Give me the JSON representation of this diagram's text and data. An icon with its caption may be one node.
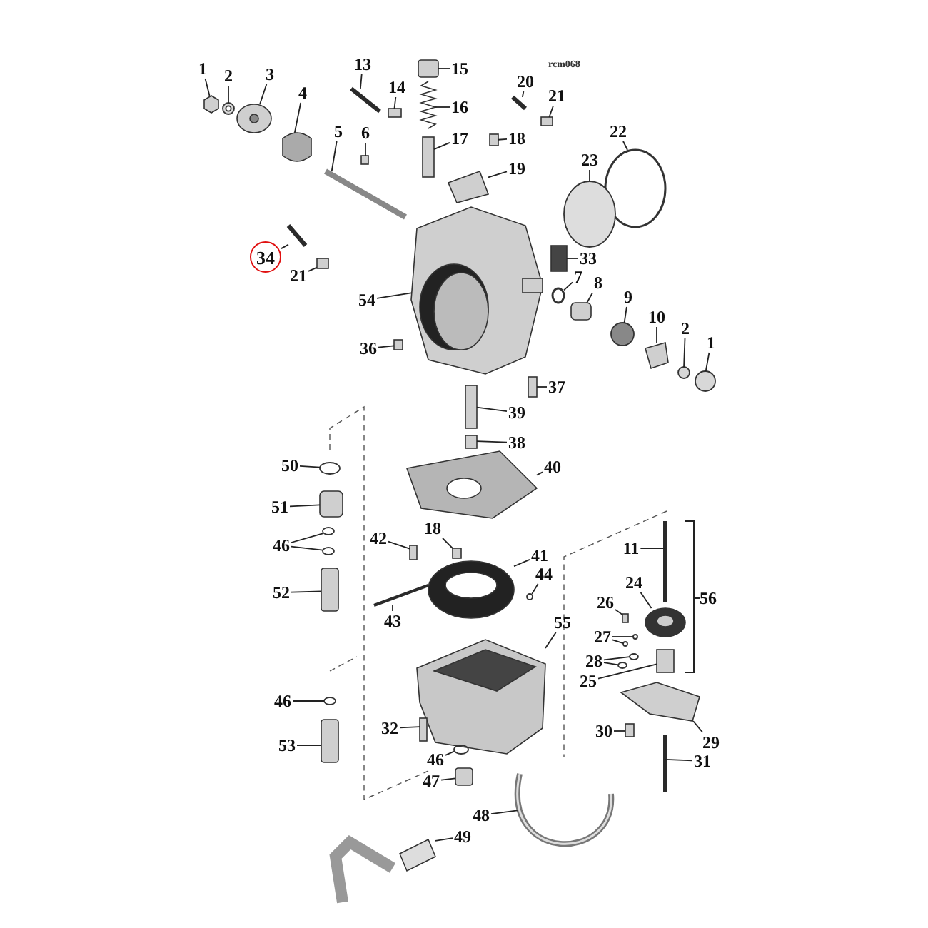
{
  "diagram": {
    "nodes": [
      {
        "text": [
          "1"
        ]
      },
      {
        "text": [
          "2"
        ]
      },
      {
        "text": [
          "3"
        ]
      },
      {
        "text": [
          "13"
        ]
      },
      {
        "text": [
          "15"
        ]
      },
      {
        "text": [
          "20"
        ]
      },
      {
        "text": [
          "4"
        ]
      },
      {
        "text": [
          "14"
        ]
      },
      {
        "text": [
          "21"
        ]
      },
      {
        "text": [
          "16"
        ]
      },
      {
        "text": [
          "22"
        ]
      },
      {
        "text": [
          "5"
        ]
      },
      {
        "text": [
          "6"
        ]
      },
      {
        "text": [
          "17"
        ]
      },
      {
        "text": [
          "18"
        ]
      },
      {
        "text": [
          "23"
        ]
      },
      {
        "text": [
          "19"
        ]
      },
      {
        "text": [
          "34"
        ]
      },
      {
        "text": [
          "33"
        ]
      },
      {
        "text": [
          "21"
        ]
      },
      {
        "text": [
          "7"
        ]
      },
      {
        "text": [
          "8"
        ]
      },
      {
        "text": [
          "9"
        ]
      },
      {
        "text": [
          "54"
        ]
      },
      {
        "text": [
          "10"
        ]
      },
      {
        "text": [
          "2"
        ]
      },
      {
        "text": [
          "1"
        ]
      },
      {
        "text": [
          "36"
        ]
      },
      {
        "text": [
          "37"
        ]
      },
      {
        "text": [
          "39"
        ]
      },
      {
        "text": [
          "38"
        ]
      },
      {
        "text": [
          "50"
        ]
      },
      {
        "text": [
          "40"
        ]
      },
      {
        "text": [
          "51"
        ]
      },
      {
        "text": [
          "18"
        ]
      },
      {
        "text": [
          "42"
        ]
      },
      {
        "text": [
          "46"
        ]
      },
      {
        "text": [
          "11"
        ]
      },
      {
        "text": [
          "41"
        ]
      },
      {
        "text": [
          "44"
        ]
      },
      {
        "text": [
          "24"
        ]
      },
      {
        "text": [
          "52"
        ]
      },
      {
        "text": [
          "56"
        ]
      },
      {
        "text": [
          "26"
        ]
      },
      {
        "text": [
          "43"
        ]
      },
      {
        "text": [
          "55"
        ]
      },
      {
        "text": [
          "27"
        ]
      },
      {
        "text": [
          "28"
        ]
      },
      {
        "text": [
          "25"
        ]
      },
      {
        "text": [
          "46"
        ]
      },
      {
        "text": [
          "30"
        ]
      },
      {
        "text": [
          "32"
        ]
      },
      {
        "text": [
          "29"
        ]
      },
      {
        "text": [
          "53"
        ]
      },
      {
        "text": [
          "46"
        ]
      },
      {
        "text": [
          "31"
        ]
      },
      {
        "text": [
          "47"
        ]
      },
      {
        "text": [
          "48"
        ]
      },
      {
        "text": [
          "49"
        ]
      },
      {
        "text": [],
        "shape": "box"
      },
      {
        "text": [],
        "shape": "circle"
      },
      {
        "text": [],
        "shape": "picture"
      },
      {
        "text": [],
        "shape": "bar"
      },
      {
        "text": [],
        "shape": "box"
      },
      {
        "text": [],
        "shape": "bar"
      },
      {
        "text": [],
        "shape": "cylinder"
      },
      {
        "text": [],
        "shape": "box"
      },
      {
        "text": [],
        "shape": "box"
      },
      {
        "text": [],
        "shape": "picture"
      },
      {
        "text": [],
        "shape": "circle"
      },
      {
        "text": [],
        "shape": "bar"
      },
      {
        "text": [],
        "shape": "box"
      },
      {
        "text": [],
        "shape": "box"
      },
      {
        "text": [],
        "shape": "box"
      },
      {
        "text": [],
        "shape": "circle"
      },
      {
        "text": [],
        "shape": "box"
      },
      {
        "text": [],
        "shape": "bar"
      },
      {
        "text": [],
        "shape": "box"
      },
      {
        "text": [],
        "shape": "box"
      },
      {
        "text": [],
        "shape": "circle"
      },
      {
        "text": [],
        "shape": "box"
      },
      {
        "text": [],
        "shape": "circle"
      },
      {
        "text": [],
        "shape": "picture"
      },
      {
        "text": [],
        "shape": "box"
      },
      {
        "text": [],
        "shape": "circle"
      },
      {
        "text": [],
        "shape": "circle"
      },
      {
        "text": [],
        "shape": "box"
      },
      {
        "text": [],
        "shape": "box"
      },
      {
        "text": [],
        "shape": "box"
      },
      {
        "text": [],
        "shape": "box"
      },
      {
        "text": [],
        "shape": "circle"
      },
      {
        "text": [],
        "shape": "picture"
      },
      {
        "text": [],
        "shape": "box"
      },
      {
        "text": [],
        "shape": "box"
      },
      {
        "text": [],
        "shape": "box"
      },
      {
        "text": [],
        "shape": "circle"
      },
      {
        "text": [],
        "shape": "circle"
      },
      {
        "text": [],
        "shape": "bar"
      },
      {
        "text": [],
        "shape": "picture"
      },
      {
        "text": [],
        "shape": "circle"
      },
      {
        "text": [],
        "shape": "picture"
      },
      {
        "text": [],
        "shape": "box"
      },
      {
        "text": [],
        "shape": "box"
      },
      {
        "text": [],
        "shape": "bar"
      },
      {
        "text": [],
        "shape": "picture"
      },
      {
        "text": [],
        "shape": "circle"
      },
      {
        "text": [],
        "shape": "circle"
      },
      {
        "text": [],
        "shape": "circle"
      },
      {
        "text": [],
        "shape": "circle"
      },
      {
        "text": [],
        "shape": "box"
      },
      {
        "text": [],
        "shape": "circle"
      },
      {
        "text": [],
        "shape": "box"
      },
      {
        "text": [],
        "shape": "box"
      },
      {
        "text": [],
        "shape": "box"
      },
      {
        "text": [],
        "shape": "box"
      },
      {
        "text": [],
        "shape": "circle"
      },
      {
        "text": [],
        "shape": "bar"
      },
      {
        "text": [],
        "shape": "box"
      },
      {
        "text": [],
        "shape": "picture"
      },
      {
        "text": [],
        "shape": "picture"
      }
    ],
    "edges": [
      {
        "from": 0,
        "to": 59,
        "arrow": "none"
      },
      {
        "from": 1,
        "to": 60,
        "arrow": "none"
      },
      {
        "from": 2,
        "to": 61,
        "arrow": "none"
      },
      {
        "from": 3,
        "to": 62,
        "arrow": "none"
      },
      {
        "from": 4,
        "to": 63,
        "arrow": "none"
      },
      {
        "from": 5,
        "to": 64,
        "arrow": "none"
      },
      {
        "from": 6,
        "to": 65,
        "arrow": "none"
      },
      {
        "from": 7,
        "to": 66,
        "arrow": "none"
      },
      {
        "from": 8,
        "to": 67,
        "arrow": "none"
      },
      {
        "from": 9,
        "to": 68,
        "arrow": "none"
      },
      {
        "from": 10,
        "to": 69,
        "arrow": "none"
      },
      {
        "from": 11,
        "to": 70,
        "arrow": "none"
      },
      {
        "from": 12,
        "to": 71,
        "arrow": "none"
      },
      {
        "from": 13,
        "to": 72,
        "arrow": "none"
      },
      {
        "from": 14,
        "to": 73,
        "arrow": "none"
      },
      {
        "from": 15,
        "to": 74,
        "arrow": "none"
      },
      {
        "from": 16,
        "to": 75,
        "arrow": "none"
      },
      {
        "from": 17,
        "to": 76,
        "arrow": "none"
      },
      {
        "from": 18,
        "to": 77,
        "arrow": "none"
      },
      {
        "from": 19,
        "to": 78,
        "arrow": "none"
      },
      {
        "from": 20,
        "to": 79,
        "arrow": "none"
      },
      {
        "from": 21,
        "to": 80,
        "arrow": "none"
      },
      {
        "from": 22,
        "to": 81,
        "arrow": "none"
      },
      {
        "from": 23,
        "to": 82,
        "arrow": "none"
      },
      {
        "from": 24,
        "to": 83,
        "arrow": "none"
      },
      {
        "from": 25,
        "to": 84,
        "arrow": "none"
      },
      {
        "from": 26,
        "to": 85,
        "arrow": "none"
      },
      {
        "from": 27,
        "to": 86,
        "arrow": "none"
      },
      {
        "from": 28,
        "to": 87,
        "arrow": "none"
      },
      {
        "from": 29,
        "to": 88,
        "arrow": "none"
      },
      {
        "from": 30,
        "to": 89,
        "arrow": "none"
      },
      {
        "from": 31,
        "to": 90,
        "arrow": "none"
      },
      {
        "from": 32,
        "to": 91,
        "arrow": "none"
      },
      {
        "from": 33,
        "to": 92,
        "arrow": "none"
      },
      {
        "from": 34,
        "to": 93,
        "arrow": "none"
      },
      {
        "from": 35,
        "to": 94,
        "arrow": "none"
      },
      {
        "from": 36,
        "to": 95,
        "arrow": "none"
      },
      {
        "from": 36,
        "to": 96,
        "arrow": "none"
      },
      {
        "from": 37,
        "to": 97,
        "arrow": "none"
      },
      {
        "from": 38,
        "to": 98,
        "arrow": "none"
      },
      {
        "from": 39,
        "to": 99,
        "arrow": "none"
      },
      {
        "from": 40,
        "to": 100,
        "arrow": "none"
      },
      {
        "from": 41,
        "to": 101,
        "arrow": "none"
      },
      {
        "from": 43,
        "to": 102,
        "arrow": "none"
      },
      {
        "from": 44,
        "to": 103,
        "arrow": "none"
      },
      {
        "from": 45,
        "to": 104,
        "arrow": "none"
      },
      {
        "from": 46,
        "to": 105,
        "arrow": "none"
      },
      {
        "from": 46,
        "to": 106,
        "arrow": "none"
      },
      {
        "from": 47,
        "to": 107,
        "arrow": "none"
      },
      {
        "from": 47,
        "to": 108,
        "arrow": "none"
      },
      {
        "from": 48,
        "to": 109,
        "arrow": "none"
      },
      {
        "from": 49,
        "to": 110,
        "arrow": "none"
      },
      {
        "from": 50,
        "to": 111,
        "arrow": "none"
      },
      {
        "from": 51,
        "to": 112,
        "arrow": "none"
      },
      {
        "from": 52,
        "to": 113,
        "arrow": "none"
      },
      {
        "from": 53,
        "to": 114,
        "arrow": "none"
      },
      {
        "from": 54,
        "to": 115,
        "arrow": "none"
      },
      {
        "from": 55,
        "to": 116,
        "arrow": "none"
      },
      {
        "from": 56,
        "to": 117,
        "arrow": "none"
      },
      {
        "from": 57,
        "to": 118,
        "arrow": "none"
      },
      {
        "from": 58,
        "to": 119,
        "arrow": "none"
      }
    ],
    "labels": [
      "rcm068"
    ]
  }
}
